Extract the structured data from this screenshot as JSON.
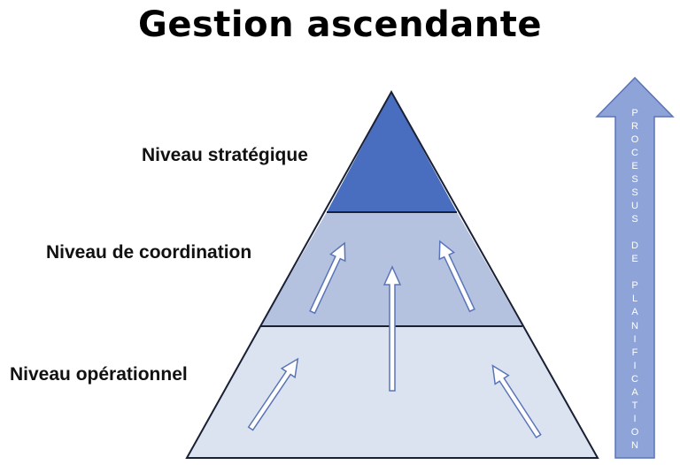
{
  "title": "Gestion ascendante",
  "levels": [
    {
      "label": "Niveau stratégique",
      "fill": "#4a6ebf"
    },
    {
      "label": "Niveau de coordination",
      "fill": "#b4c2e0"
    },
    {
      "label": "Niveau opérationnel",
      "fill": "#dbe2f0"
    }
  ],
  "side_arrow": {
    "text": "PROCESSUS DE PLANIFICATION",
    "fill": "#8ea3d8",
    "stroke": "#5a74b8"
  },
  "colors": {
    "outline": "#1a2033",
    "inner_arrow_fill": "#ffffff",
    "inner_arrow_stroke": "#5a74b8"
  }
}
